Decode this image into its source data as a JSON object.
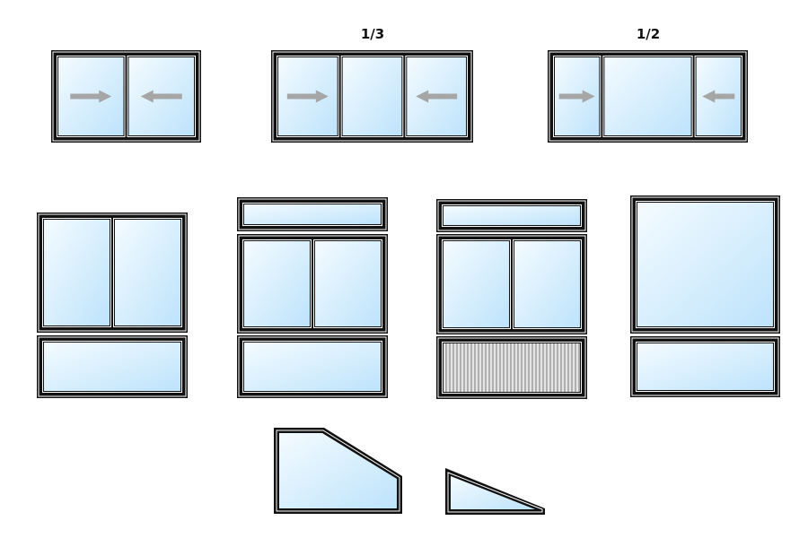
{
  "labels": {
    "third": "1/3",
    "half": "1/2"
  },
  "colors": {
    "frame_outer": "#111111",
    "frame_inner_line": "#ffffff",
    "glass_light": "#eef8ff",
    "glass_dark": "#bfe4fb",
    "arrow": "#a6a6a6",
    "mesh_base": "#e6e6e6",
    "mesh_line": "#777777"
  },
  "windows": [
    {
      "name": "sliding-window-two-panels",
      "arrows": [
        "right",
        "left"
      ]
    },
    {
      "name": "sliding-window-three-panels-thirds",
      "arrows": [
        "right",
        "none",
        "left"
      ]
    },
    {
      "name": "sliding-window-three-panels-halves",
      "arrows": [
        "right",
        "none",
        "left"
      ]
    },
    {
      "name": "window-two-panels-with-bottom-fixed"
    },
    {
      "name": "window-with-transom-two-panels-bottom-fixed"
    },
    {
      "name": "window-with-transom-two-panels-bottom-mesh"
    },
    {
      "name": "window-single-panel-with-bottom-fixed"
    },
    {
      "name": "trapezoid-window"
    },
    {
      "name": "triangle-window"
    }
  ]
}
